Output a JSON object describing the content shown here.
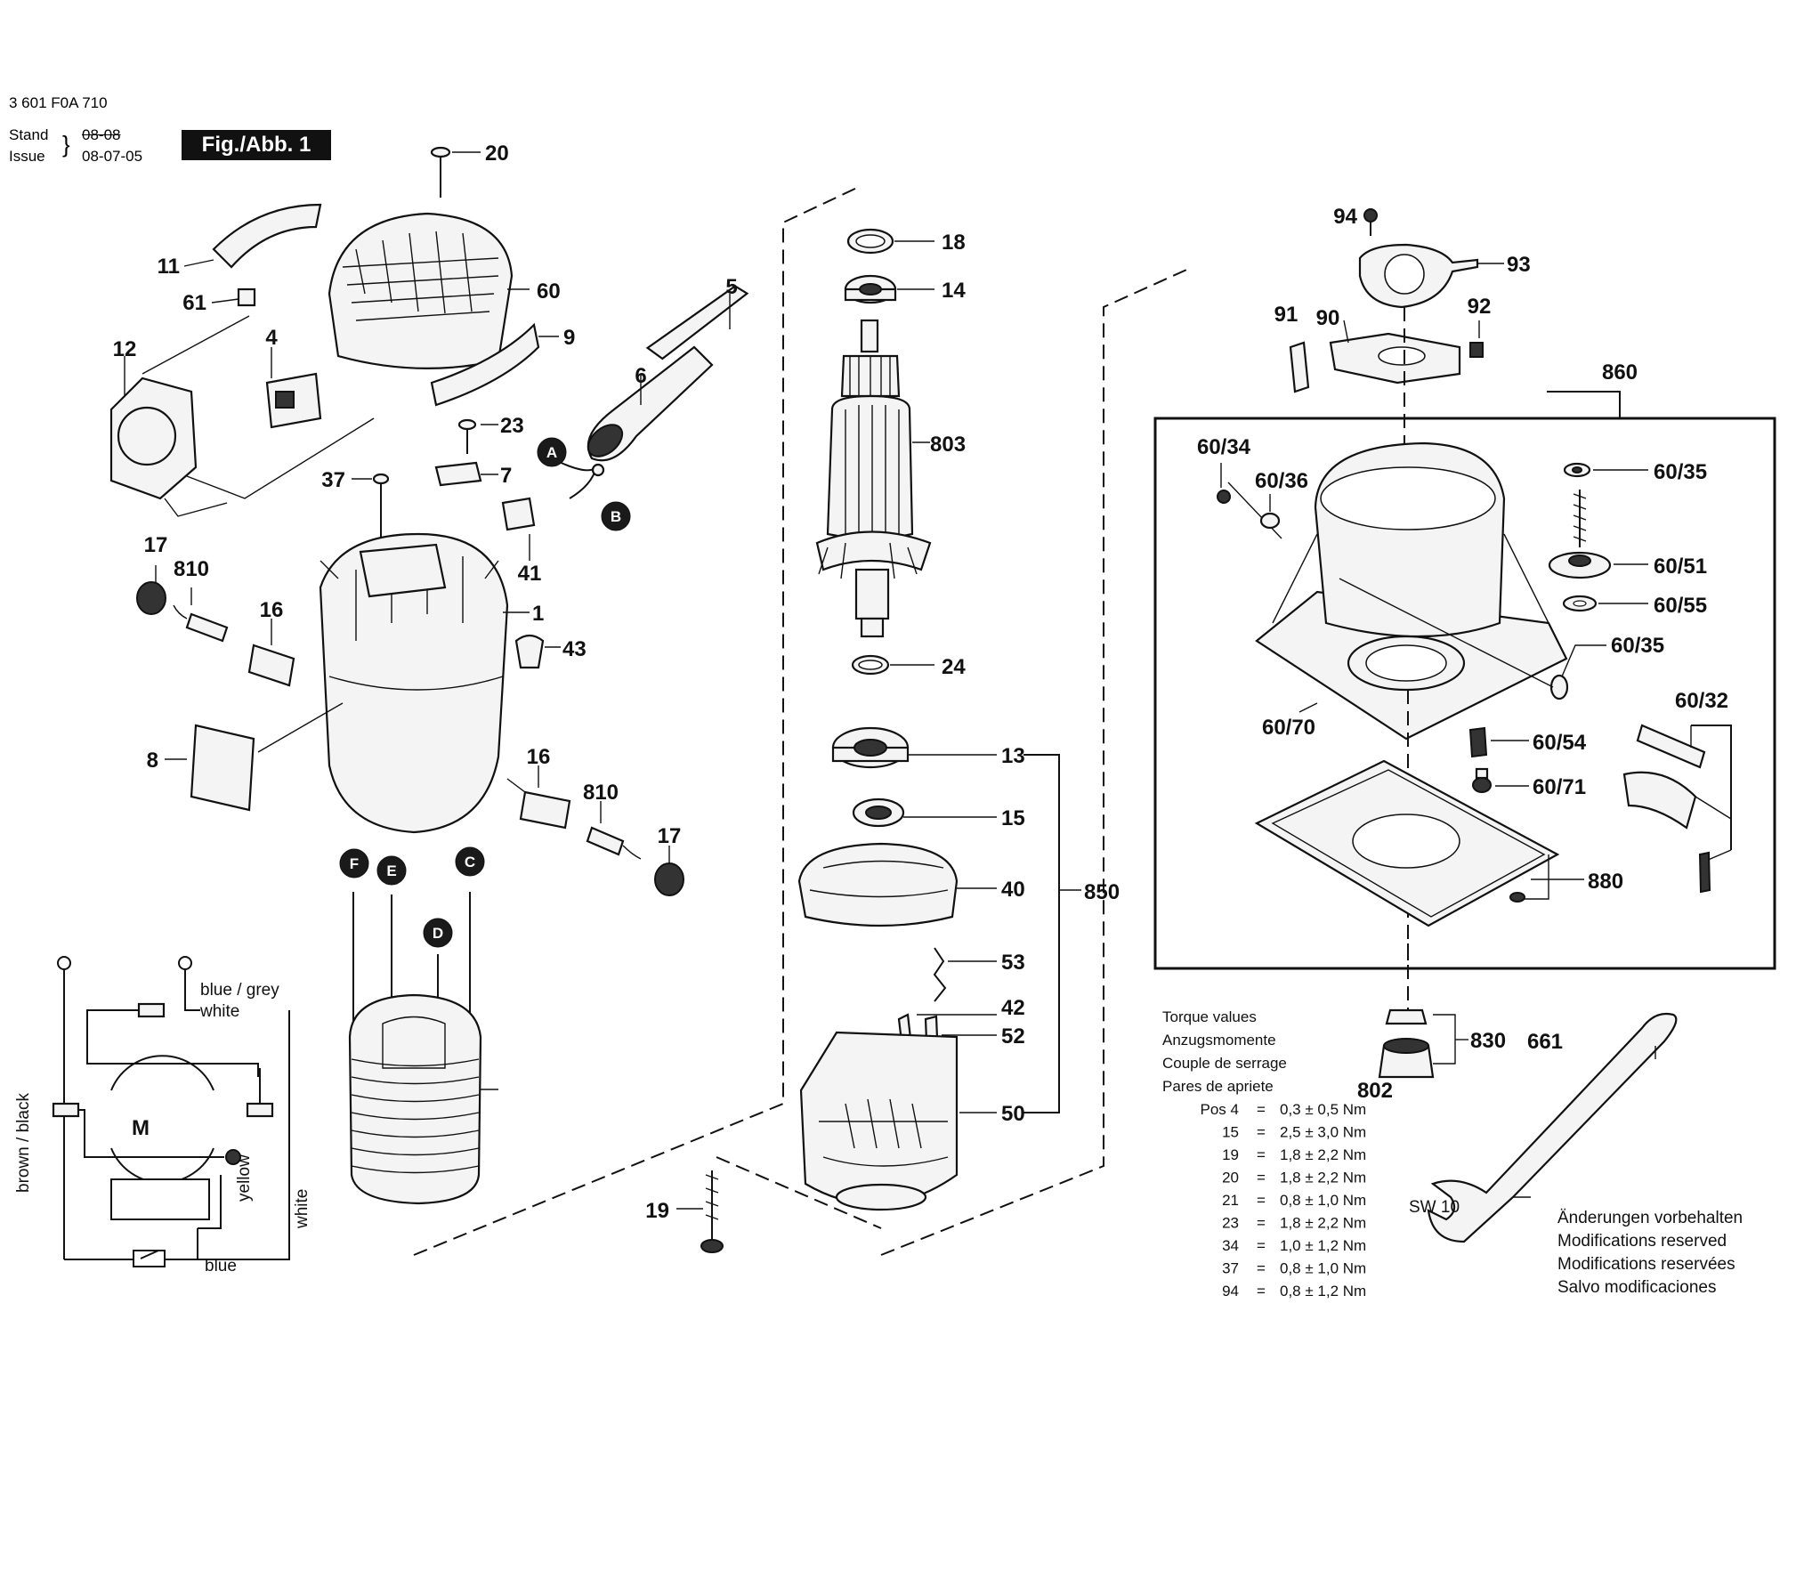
{
  "header": {
    "doc_number": "3 601 F0A 710",
    "stand_label": "Stand",
    "stand_value": "08-08",
    "issue_label": "Issue",
    "issue_value": "08-07-05",
    "figure": "Fig./Abb. 1"
  },
  "callouts": [
    "20",
    "11",
    "61",
    "60",
    "9",
    "12",
    "4",
    "5",
    "6",
    "23",
    "37",
    "7",
    "41",
    "17",
    "810",
    "16",
    "1",
    "43",
    "8",
    "16",
    "810",
    "17",
    "18",
    "14",
    "803",
    "24",
    "13",
    "15",
    "40",
    "850",
    "53",
    "42",
    "52",
    "802",
    "50",
    "19",
    "94",
    "93",
    "91",
    "90",
    "92",
    "860",
    "60/34",
    "60/36",
    "60/35",
    "60/51",
    "60/55",
    "60/35",
    "60/70",
    "60/32",
    "60/54",
    "60/71",
    "880",
    "830",
    "661"
  ],
  "wire_tags": [
    "A",
    "B",
    "F",
    "E",
    "C",
    "D"
  ],
  "schematic": {
    "motor_symbol": "M",
    "labels": [
      "blue / grey",
      "white",
      "brown / black",
      "yellow",
      "white",
      "blue"
    ]
  },
  "wrench_label": "SW 10",
  "torque": {
    "titles": [
      "Torque values",
      "Anzugsmomente",
      "Couple de serrage",
      "Pares de apriete"
    ],
    "rows": [
      {
        "pos": "Pos   4",
        "eq": "=",
        "val": "0,3 ± 0,5 Nm"
      },
      {
        "pos": "15",
        "eq": "=",
        "val": "2,5 ± 3,0 Nm"
      },
      {
        "pos": "19",
        "eq": "=",
        "val": "1,8 ± 2,2 Nm"
      },
      {
        "pos": "20",
        "eq": "=",
        "val": "1,8 ± 2,2 Nm"
      },
      {
        "pos": "21",
        "eq": "=",
        "val": "0,8 ± 1,0 Nm"
      },
      {
        "pos": "23",
        "eq": "=",
        "val": "1,8 ± 2,2 Nm"
      },
      {
        "pos": "34",
        "eq": "=",
        "val": "1,0 ± 1,2 Nm"
      },
      {
        "pos": "37",
        "eq": "=",
        "val": "0,8 ± 1,0 Nm"
      },
      {
        "pos": "94",
        "eq": "=",
        "val": "0,8 ± 1,2 Nm"
      }
    ]
  },
  "notes": [
    "Änderungen vorbehalten",
    "Modifications reserved",
    "Modifications reservées",
    "Salvo modificaciones"
  ]
}
